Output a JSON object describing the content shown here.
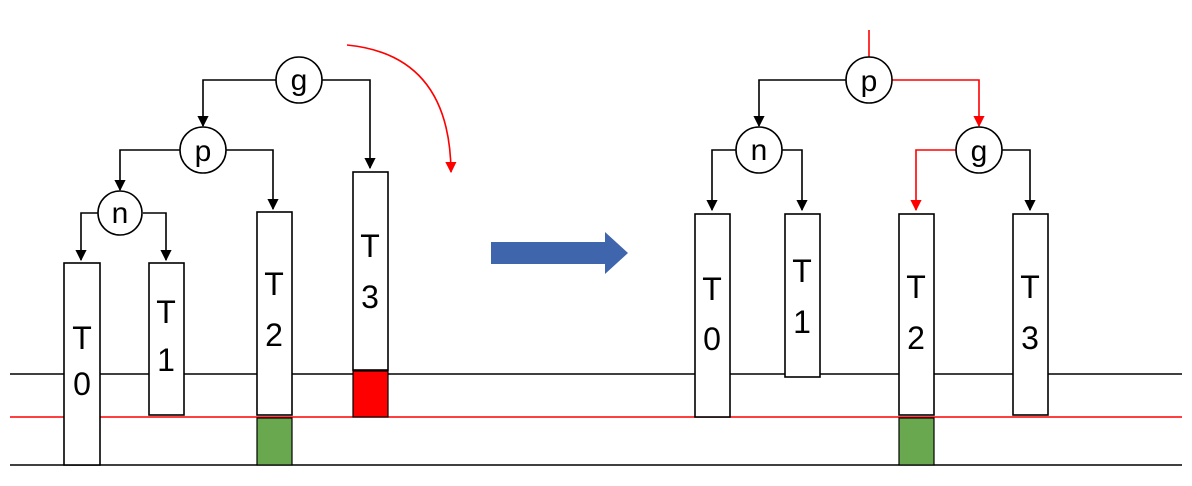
{
  "colors": {
    "line": "#000000",
    "accent": "#ff0000",
    "arrow": "#3f65ad",
    "green_block": "#6aa84f",
    "red_block": "#ff0000"
  },
  "before": {
    "nodes": {
      "g": "g",
      "p": "p",
      "n": "n"
    },
    "subtrees": [
      {
        "line1": "T",
        "line2": "0"
      },
      {
        "line1": "T",
        "line2": "1"
      },
      {
        "line1": "T",
        "line2": "2"
      },
      {
        "line1": "T",
        "line2": "3"
      }
    ]
  },
  "after": {
    "nodes": {
      "p": "p",
      "n": "n",
      "g": "g"
    },
    "subtrees": [
      {
        "line1": "T",
        "line2": "0"
      },
      {
        "line1": "T",
        "line2": "1"
      },
      {
        "line1": "T",
        "line2": "2"
      },
      {
        "line1": "T",
        "line2": "3"
      }
    ]
  },
  "transition_arrow": {
    "icon": "right-arrow-icon"
  },
  "rotation_arrow": {
    "icon": "curved-arrow-icon"
  }
}
